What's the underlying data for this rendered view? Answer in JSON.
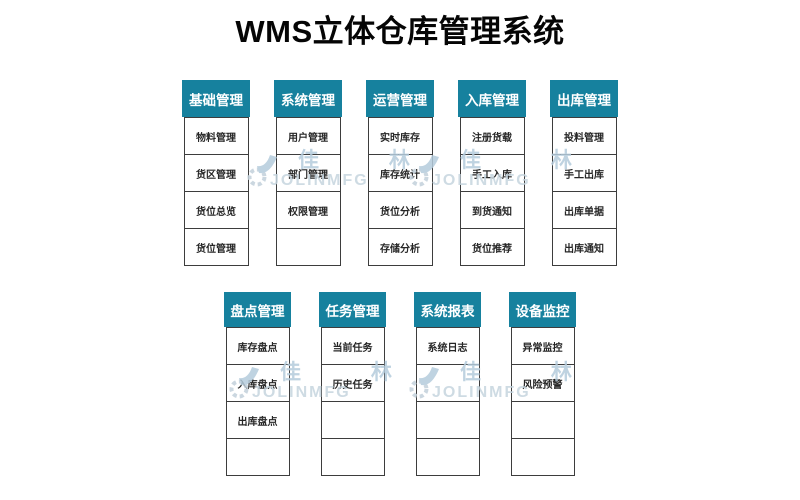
{
  "title": "WMS立体仓库管理系统",
  "watermark": {
    "cn": "佳 林",
    "en": "JOLINMFG"
  },
  "colors": {
    "header_bg": "#16819e",
    "header_text": "#ffffff",
    "cell_bg": "#ffffff",
    "cell_border": "#3d3d3d",
    "cell_text": "#262626",
    "title_text": "#050505",
    "watermark_blue": "#b5ccdc",
    "watermark_gray": "#c6d5df"
  },
  "rows": [
    {
      "name": "top",
      "columns": [
        {
          "header": "基础管理",
          "items": [
            "物料管理",
            "货区管理",
            "货位总览",
            "货位管理"
          ]
        },
        {
          "header": "系统管理",
          "items": [
            "用户管理",
            "部门管理",
            "权限管理",
            ""
          ]
        },
        {
          "header": "运营管理",
          "items": [
            "实时库存",
            "库存统计",
            "货位分析",
            "存储分析"
          ]
        },
        {
          "header": "入库管理",
          "items": [
            "注册货载",
            "手工入库",
            "到货通知",
            "货位推荐"
          ]
        },
        {
          "header": "出库管理",
          "items": [
            "投料管理",
            "手工出库",
            "出库单据",
            "出库通知"
          ]
        }
      ]
    },
    {
      "name": "bottom",
      "columns": [
        {
          "header": "盘点管理",
          "items": [
            "库存盘点",
            "入库盘点",
            "出库盘点",
            ""
          ]
        },
        {
          "header": "任务管理",
          "items": [
            "当前任务",
            "历史任务",
            "",
            ""
          ]
        },
        {
          "header": "系统报表",
          "items": [
            "系统日志",
            "",
            "",
            ""
          ]
        },
        {
          "header": "设备监控",
          "items": [
            "异常监控",
            "风险预警",
            "",
            ""
          ]
        }
      ]
    }
  ]
}
